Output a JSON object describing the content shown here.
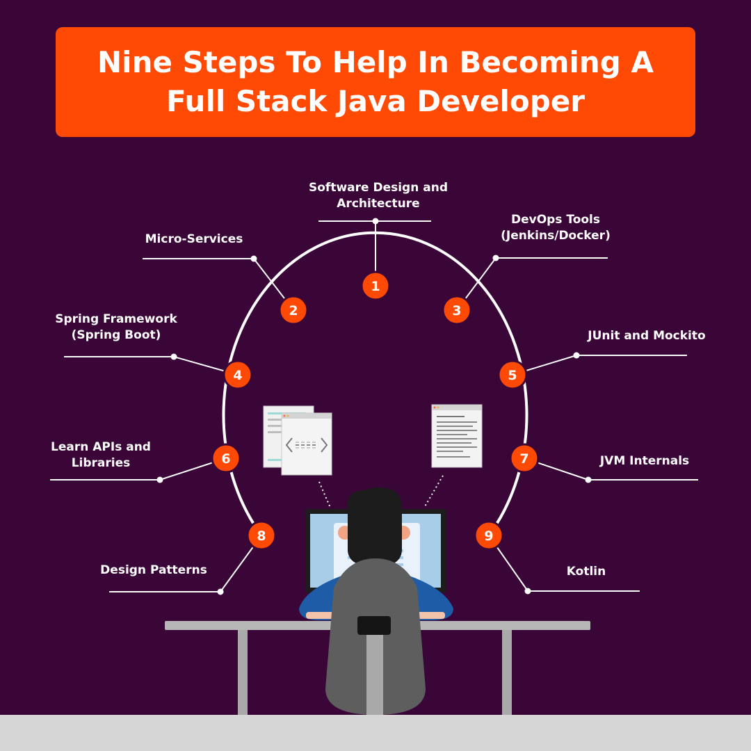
{
  "title": {
    "line1": "Nine Steps To Help In Becoming A",
    "line2": "Full Stack Java Developer"
  },
  "steps": [
    {
      "num": "1",
      "lines": [
        "Software Design and",
        "Architecture"
      ]
    },
    {
      "num": "2",
      "lines": [
        "Micro-Services"
      ]
    },
    {
      "num": "3",
      "lines": [
        "DevOps Tools",
        "(Jenkins/Docker)"
      ]
    },
    {
      "num": "4",
      "lines": [
        "Spring Framework",
        "(Spring Boot)"
      ]
    },
    {
      "num": "5",
      "lines": [
        "JUnit and Mockito"
      ]
    },
    {
      "num": "6",
      "lines": [
        "Learn APIs and",
        "Libraries"
      ]
    },
    {
      "num": "7",
      "lines": [
        "JVM Internals"
      ]
    },
    {
      "num": "8",
      "lines": [
        "Design Patterns"
      ]
    },
    {
      "num": "9",
      "lines": [
        "Kotlin"
      ]
    }
  ],
  "colors": {
    "background": "#3a0638",
    "accent": "#ff4a05",
    "connector": "#ffffff"
  },
  "icons": [
    "code-window-icon",
    "document-window-icon",
    "developer-illustration",
    "monitor-icon",
    "desk-icon",
    "chair-icon"
  ]
}
